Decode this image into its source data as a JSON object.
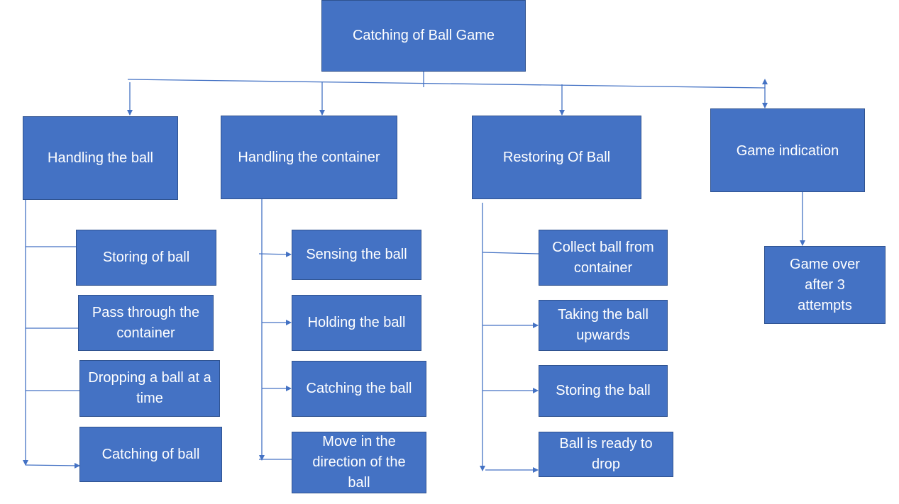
{
  "root": {
    "label": "Catching of Ball Game"
  },
  "categories": [
    {
      "label": "Handling the ball",
      "children": [
        "Storing of ball",
        "Pass through the container",
        "Dropping a ball at a time",
        "Catching of ball"
      ]
    },
    {
      "label": "Handling the container",
      "children": [
        "Sensing the ball",
        "Holding the ball",
        "Catching the ball",
        "Move in the direction of the ball"
      ]
    },
    {
      "label": "Restoring Of Ball",
      "children": [
        "Collect ball from container",
        "Taking the ball upwards",
        "Storing the ball",
        "Ball is ready to drop"
      ]
    },
    {
      "label": "Game indication",
      "children": [
        "Game over after 3 attempts"
      ]
    }
  ],
  "colors": {
    "box_fill": "#4472C4",
    "box_border": "#2F528F",
    "connector": "#4472C4",
    "text": "#FFFFFF"
  }
}
